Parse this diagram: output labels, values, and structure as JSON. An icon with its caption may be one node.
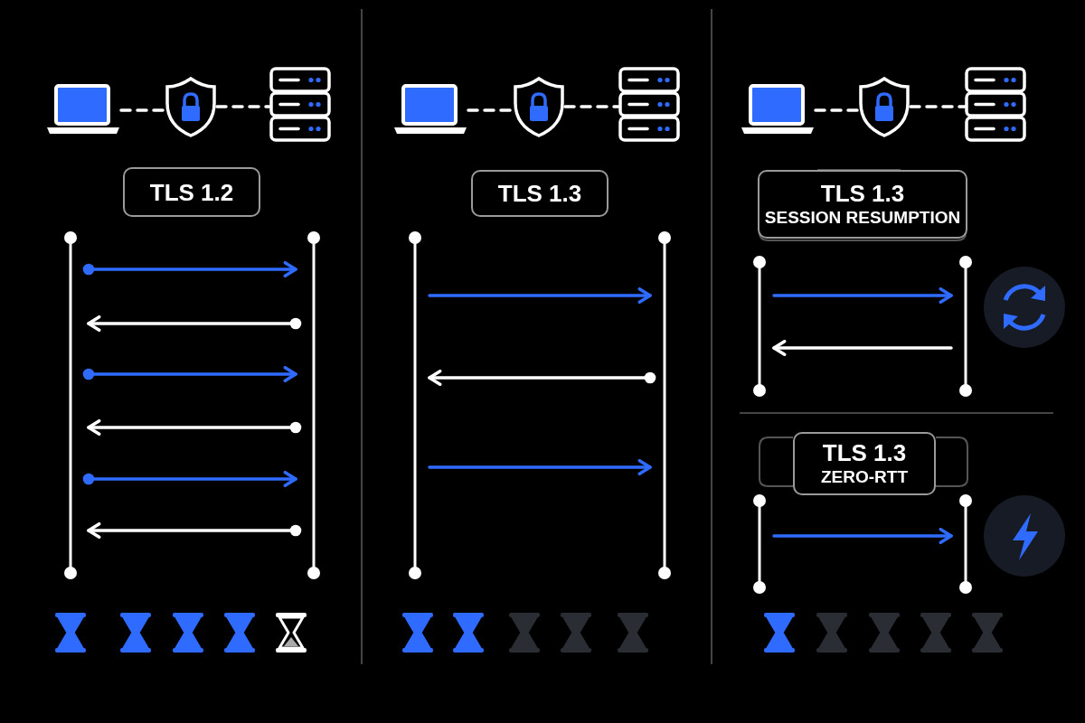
{
  "diagram": {
    "nodes": [
      {
        "text": [],
        "shape": "laptop"
      },
      {
        "text": [],
        "shape": "shield"
      },
      {
        "text": [],
        "shape": "server"
      },
      {
        "text": [
          "TLS 1.2"
        ]
      },
      {
        "text": [],
        "shape": "bar"
      },
      {
        "text": [],
        "shape": "bar"
      },
      {
        "text": [],
        "shape": "laptop"
      },
      {
        "text": [],
        "shape": "shield"
      },
      {
        "text": [],
        "shape": "server"
      },
      {
        "text": [
          "TLS 1.3"
        ]
      },
      {
        "text": [],
        "shape": "bar"
      },
      {
        "text": [],
        "shape": "bar"
      },
      {
        "text": [],
        "shape": "laptop"
      },
      {
        "text": [],
        "shape": "shield"
      },
      {
        "text": [],
        "shape": "server"
      },
      {
        "text": [
          "TLS 1.3",
          "SESSION RESUMPTION"
        ]
      },
      {
        "text": [],
        "shape": "bar"
      },
      {
        "text": [],
        "shape": "bar"
      },
      {
        "text": [
          "TLS 1.3",
          "ZERO-RTT"
        ]
      },
      {
        "text": [],
        "shape": "bar"
      },
      {
        "text": [],
        "shape": "bar"
      }
    ],
    "edges": [
      {
        "from": 0,
        "to": 1,
        "arrow": "none",
        "style": "dashed"
      },
      {
        "from": 1,
        "to": 2,
        "arrow": "none",
        "style": "dashed"
      },
      {
        "from": 4,
        "to": 5,
        "arrow": "to",
        "color": "#2f6bff"
      },
      {
        "from": 5,
        "to": 4,
        "arrow": "to"
      },
      {
        "from": 4,
        "to": 5,
        "arrow": "to",
        "color": "#2f6bff"
      },
      {
        "from": 5,
        "to": 4,
        "arrow": "to"
      },
      {
        "from": 4,
        "to": 5,
        "arrow": "to",
        "color": "#2f6bff"
      },
      {
        "from": 5,
        "to": 4,
        "arrow": "to"
      },
      {
        "from": 6,
        "to": 7,
        "arrow": "none",
        "style": "dashed"
      },
      {
        "from": 7,
        "to": 8,
        "arrow": "none",
        "style": "dashed"
      },
      {
        "from": 10,
        "to": 11,
        "arrow": "to",
        "color": "#2f6bff"
      },
      {
        "from": 11,
        "to": 10,
        "arrow": "to"
      },
      {
        "from": 10,
        "to": 11,
        "arrow": "to",
        "color": "#2f6bff"
      },
      {
        "from": 12,
        "to": 13,
        "arrow": "none",
        "style": "dashed"
      },
      {
        "from": 13,
        "to": 14,
        "arrow": "none",
        "style": "dashed"
      },
      {
        "from": 16,
        "to": 17,
        "arrow": "to",
        "color": "#2f6bff"
      },
      {
        "from": 17,
        "to": 16,
        "arrow": "to"
      },
      {
        "from": 19,
        "to": 20,
        "arrow": "to",
        "color": "#2f6bff"
      }
    ]
  }
}
